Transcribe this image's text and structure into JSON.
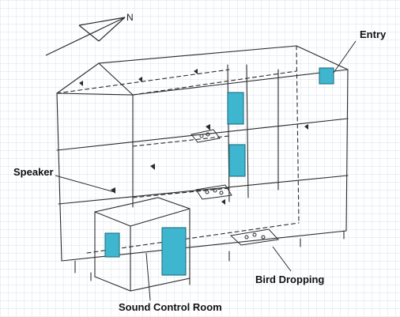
{
  "labels": {
    "entry": "Entry",
    "speaker": "Speaker",
    "bird_dropping": "Bird Dropping",
    "sound_control_room": "Sound Control Room",
    "compass": "N"
  },
  "colors": {
    "background": "#ffffff",
    "grid": "#c9d9e3",
    "ink": "#2b2b2b",
    "teal_panel": "#3fb6cf",
    "teal_stroke": "#1f6f80"
  },
  "icons": {
    "compass": "north-arrow-icon",
    "speaker_marks": "speaker-icon",
    "droppings": "bird-dropping-icon"
  }
}
